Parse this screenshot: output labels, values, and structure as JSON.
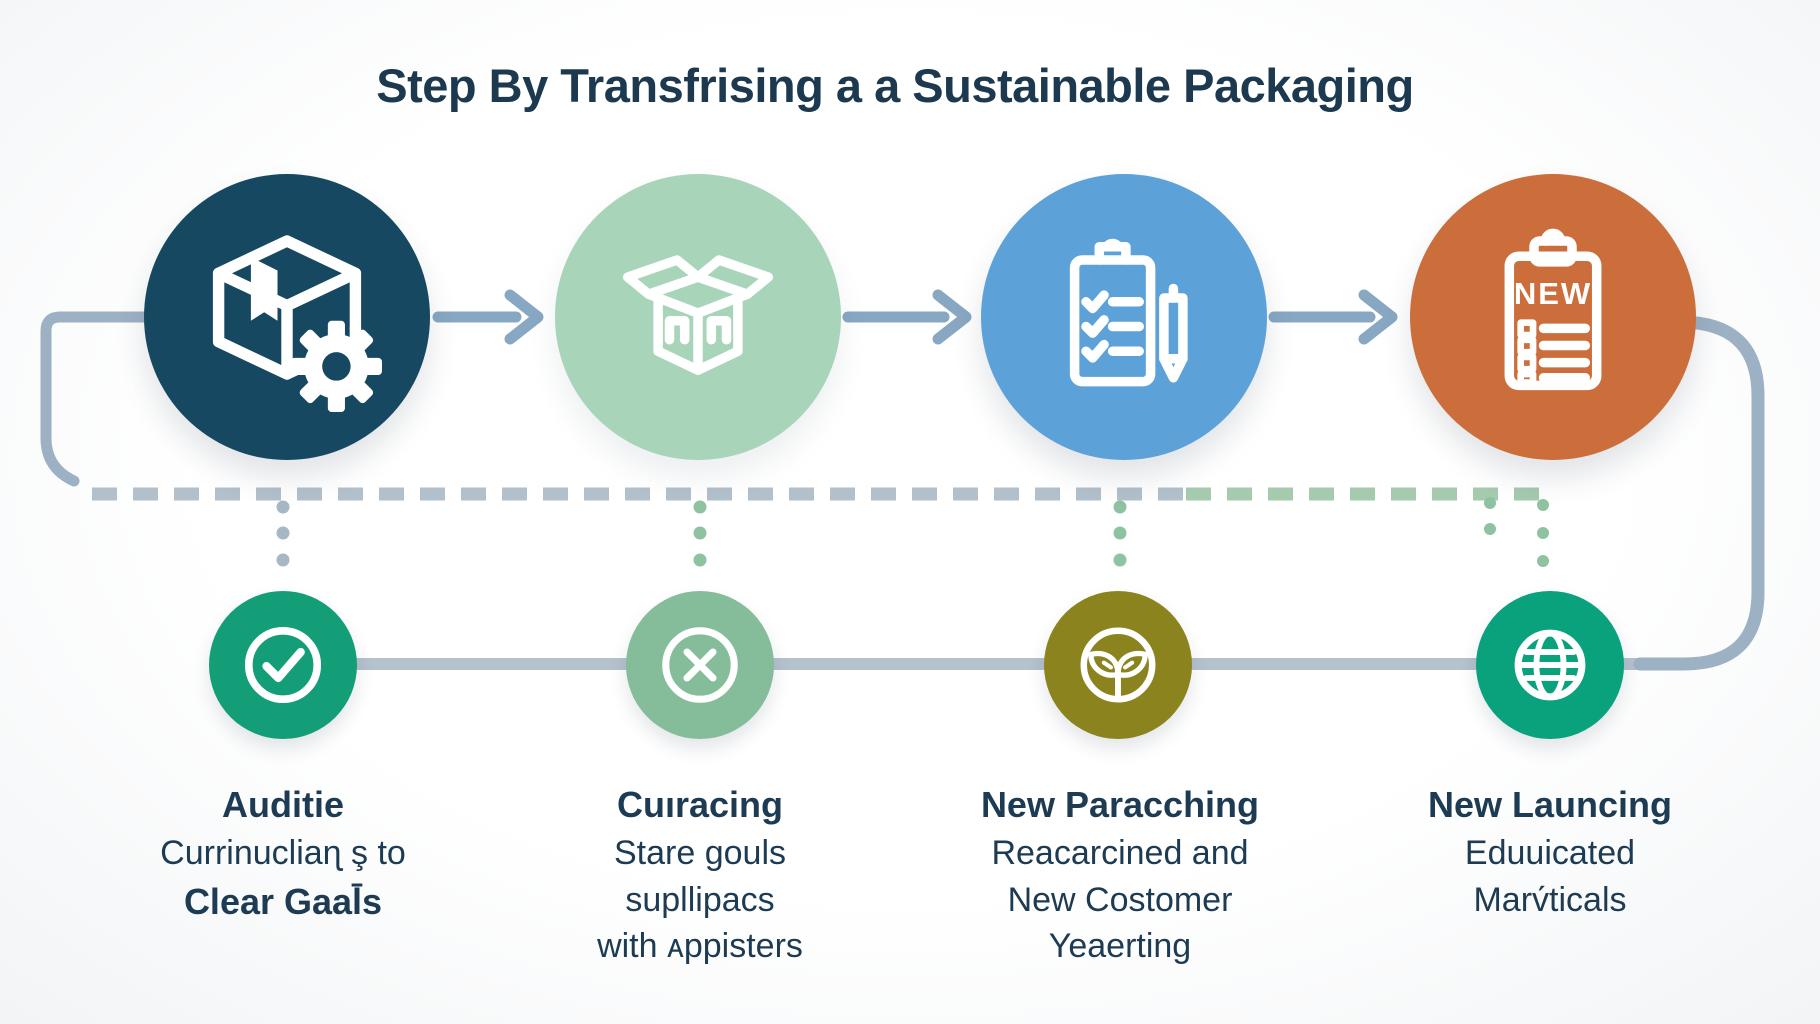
{
  "title": "Step By Transfrising a a Sustainable Packaging",
  "colors": {
    "background": "#f7f9fa",
    "title_text": "#1c394f",
    "caption_text": "#1d3b52",
    "arrow": "#87a7c3",
    "solid_path": "#9db1c5",
    "bottom_line": "#b5c1cc",
    "dashed_line_gray": "#b2c0cb",
    "dashed_line_green": "#a5caae",
    "dots_gray": "#a6b8c5",
    "dots_green": "#8fc2a0"
  },
  "steps": [
    {
      "name": "audit",
      "top_icon": "package-gear-icon",
      "top_color": "#164861",
      "status_icon": "check-icon",
      "status_color": "#139e77",
      "caption": [
        {
          "text": "Auditie",
          "bold": true
        },
        {
          "text": "Currinucliaɳ ş to",
          "bold": false
        },
        {
          "text": "Clear Gaal̄s",
          "bold": true
        }
      ]
    },
    {
      "name": "sourcing",
      "top_icon": "open-box-icon",
      "top_color": "#a8d4ba",
      "status_icon": "x-circle-icon",
      "status_color": "#85bd9b",
      "caption": [
        {
          "text": "Cuıracing",
          "bold": true
        },
        {
          "text": "Stare gouls",
          "bold": false
        },
        {
          "text": "supllipacs",
          "bold": false
        },
        {
          "text": "with ᴀppisters",
          "bold": false
        }
      ]
    },
    {
      "name": "research",
      "top_icon": "checklist-pencil-icon",
      "top_color": "#5ca1d8",
      "status_icon": "sprout-icon",
      "status_color": "#8b841e",
      "caption": [
        {
          "text": "New Paracching",
          "bold": true
        },
        {
          "text": "Reacarcined and",
          "bold": false
        },
        {
          "text": "New Costomer",
          "bold": false
        },
        {
          "text": "Yeaerting",
          "bold": false
        }
      ]
    },
    {
      "name": "launch",
      "top_icon": "new-clipboard-icon",
      "top_color": "#cb6e3c",
      "icon_text": "NEW",
      "status_icon": "globe-icon",
      "status_color": "#0aa17d",
      "caption": [
        {
          "text": "New Launcing",
          "bold": true
        },
        {
          "text": "Eduuicated",
          "bold": false
        },
        {
          "text": "Marv́ticals",
          "bold": false
        }
      ]
    }
  ]
}
